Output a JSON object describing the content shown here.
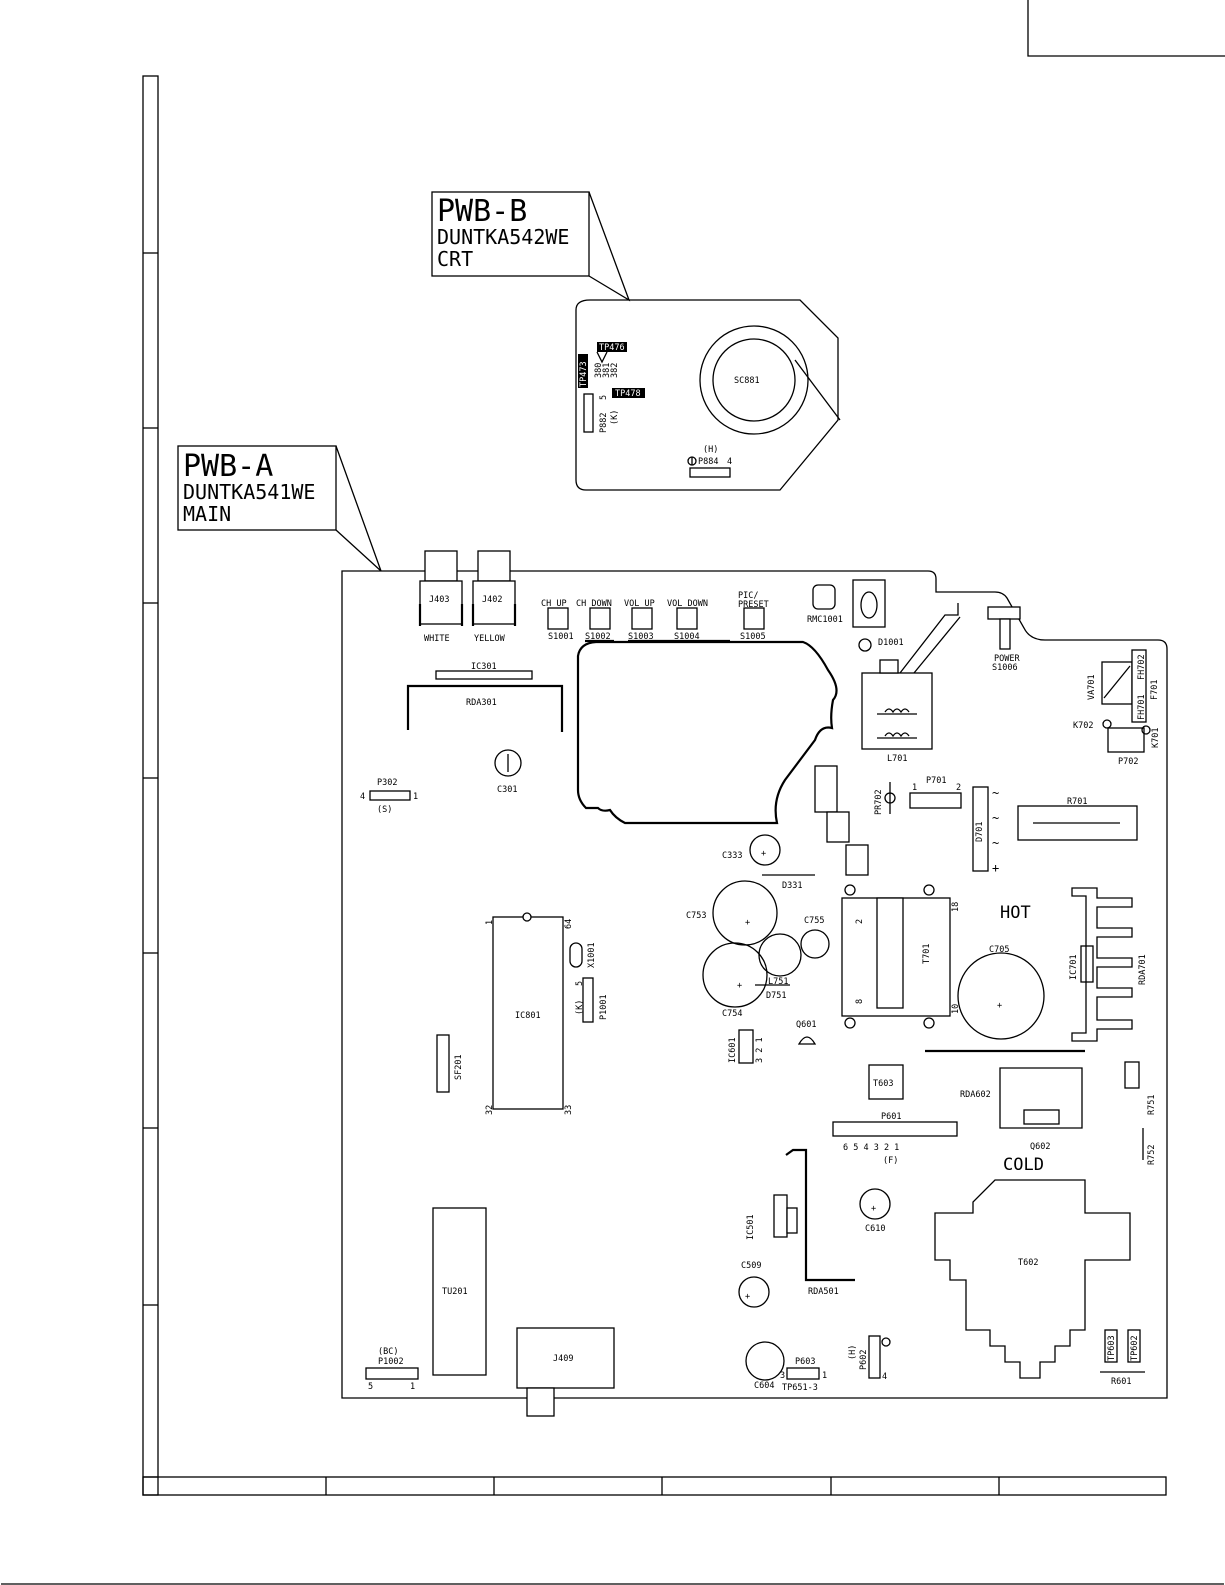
{
  "pwb_b": {
    "title": "PWB-B",
    "code": "DUNTKA542WE",
    "name": "CRT"
  },
  "pwb_a": {
    "title": "PWB-A",
    "code": "DUNTKA541WE",
    "name": "MAIN"
  },
  "regions": {
    "hot": "HOT",
    "cold": "COLD"
  },
  "crt_board_labels": {
    "sc881": "SC881",
    "tp476": "TP476",
    "tp473": "TP473",
    "tp478": "TP478",
    "r380": "380",
    "r381": "381",
    "r382": "382",
    "p882": "P882",
    "p882_k": "(K)",
    "p882_pin": "5",
    "p884": "P884",
    "p884_h": "(H)",
    "p884_pin": "4"
  },
  "main_board_labels": {
    "j403": "J403",
    "j402": "J402",
    "white": "WHITE",
    "yellow": "YELLOW",
    "ch_up": "CH UP",
    "ch_down": "CH DOWN",
    "vol_up": "VOL UP",
    "vol_down": "VOL DOWN",
    "pic_preset_1": "PIC/",
    "pic_preset_2": "PRESET",
    "s1001": "S1001",
    "s1002": "S1002",
    "s1003": "S1003",
    "s1004": "S1004",
    "s1005": "S1005",
    "rmc1001": "RMC1001",
    "d1001": "D1001",
    "power": "POWER",
    "s1006": "S1006",
    "va701": "VA701",
    "f701": "F701",
    "fh701": "FH701",
    "fh702": "FH702",
    "k702": "K702",
    "k701": "K701",
    "p702": "P702",
    "ic301": "IC301",
    "rda301": "RDA301",
    "c301": "C301",
    "p302": "P302",
    "p302_s": "(S)",
    "p302_4": "4",
    "p302_1": "1",
    "l701": "L701",
    "pr702": "PR702",
    "p701": "P701",
    "p701_1": "1",
    "p701_2": "2",
    "d701": "D701",
    "r701": "R701",
    "c333": "C333",
    "d331": "D331",
    "c753": "C753",
    "c755": "C755",
    "c754": "C754",
    "l751": "L751",
    "d751": "D751",
    "t701": "T701",
    "t701_2": "2",
    "t701_8": "8",
    "t701_18": "18",
    "t701_10": "10",
    "c705": "C705",
    "ic701": "IC701",
    "rda701": "RDA701",
    "ic801": "IC801",
    "ic801_1": "1",
    "ic801_64": "64",
    "ic801_32": "32",
    "ic801_33": "33",
    "x1001": "X1001",
    "p1001": "P1001",
    "p1001_k": "(K)",
    "p1001_5": "5",
    "sf201": "SF201",
    "ic601": "IC601",
    "ic601_pins": "3 2 1",
    "q601": "Q601",
    "t603": "T603",
    "rda602": "RDA602",
    "q602": "Q602",
    "r751": "R751",
    "r752": "R752",
    "p601": "P601",
    "p601_f": "(F)",
    "p601_pins": "6  5  4  3  2  1",
    "ic501": "IC501",
    "rda501": "RDA501",
    "c610": "C610",
    "c509": "C509",
    "t602": "T602",
    "tu201": "TU201",
    "j409": "J409",
    "p1002": "P1002",
    "p1002_bc": "(BC)",
    "p1002_5": "5",
    "p1002_1": "1",
    "c604": "C604",
    "p603": "P603",
    "p603_3": "3",
    "p603_1": "1",
    "tp651": "TP651-3",
    "p602": "P602",
    "p602_h": "(H)",
    "p602_4": "4",
    "tp603": "TP603",
    "tp602": "TP602",
    "r601": "R601"
  }
}
